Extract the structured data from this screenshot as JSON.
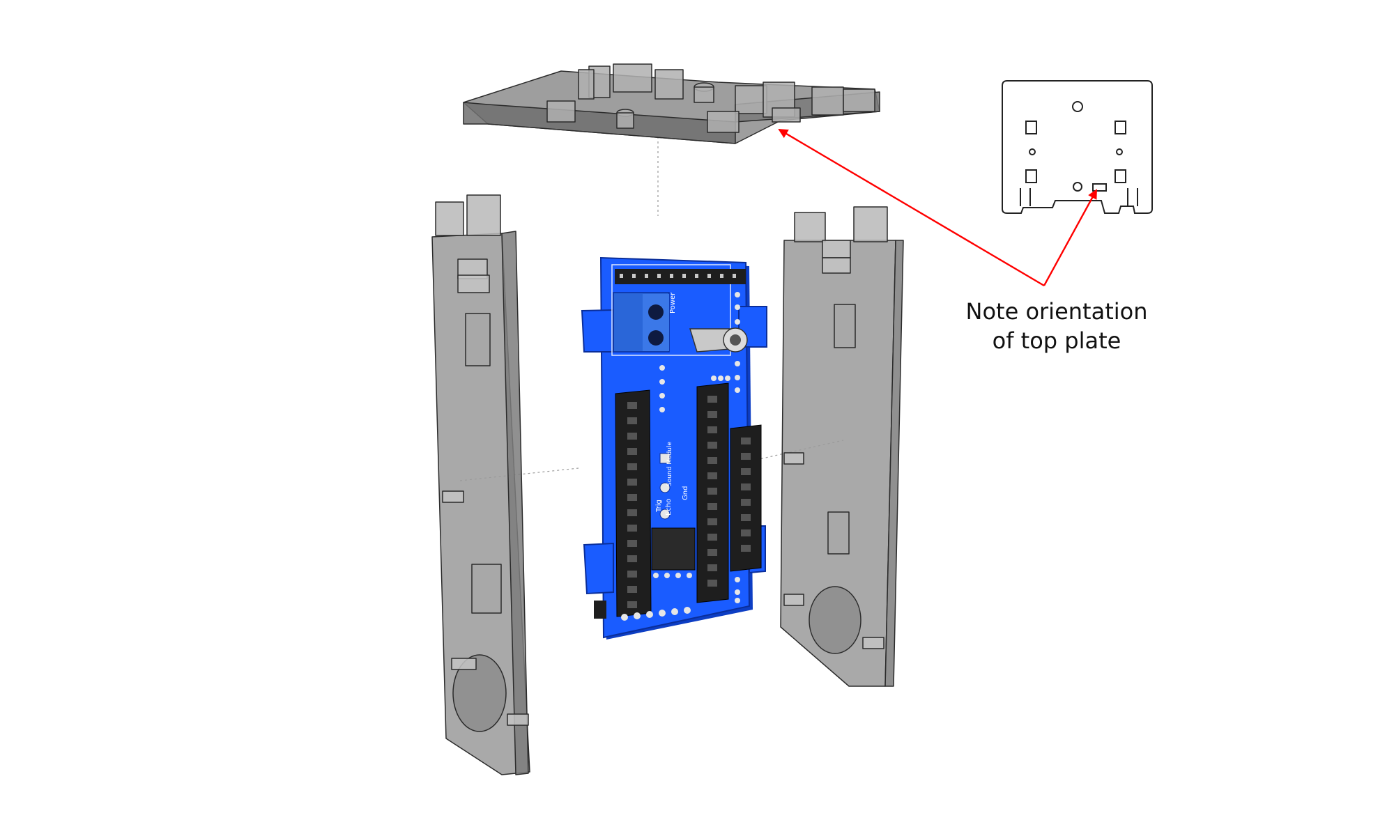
{
  "diagram": {
    "callout": {
      "line1": "Note orientation",
      "line2": "of top plate",
      "arrow_color": "#ff0000"
    },
    "pcb_labels": {
      "power": "Power",
      "sound_module": "Sound Module",
      "trig": "Trig",
      "echo": "Echo",
      "gnd": "Gnd"
    },
    "colors": {
      "pcb": "#1a5cff",
      "acrylic": "#8a8a8a",
      "terminal_block": "#2a66d8",
      "header": "#1e1e1e"
    }
  }
}
